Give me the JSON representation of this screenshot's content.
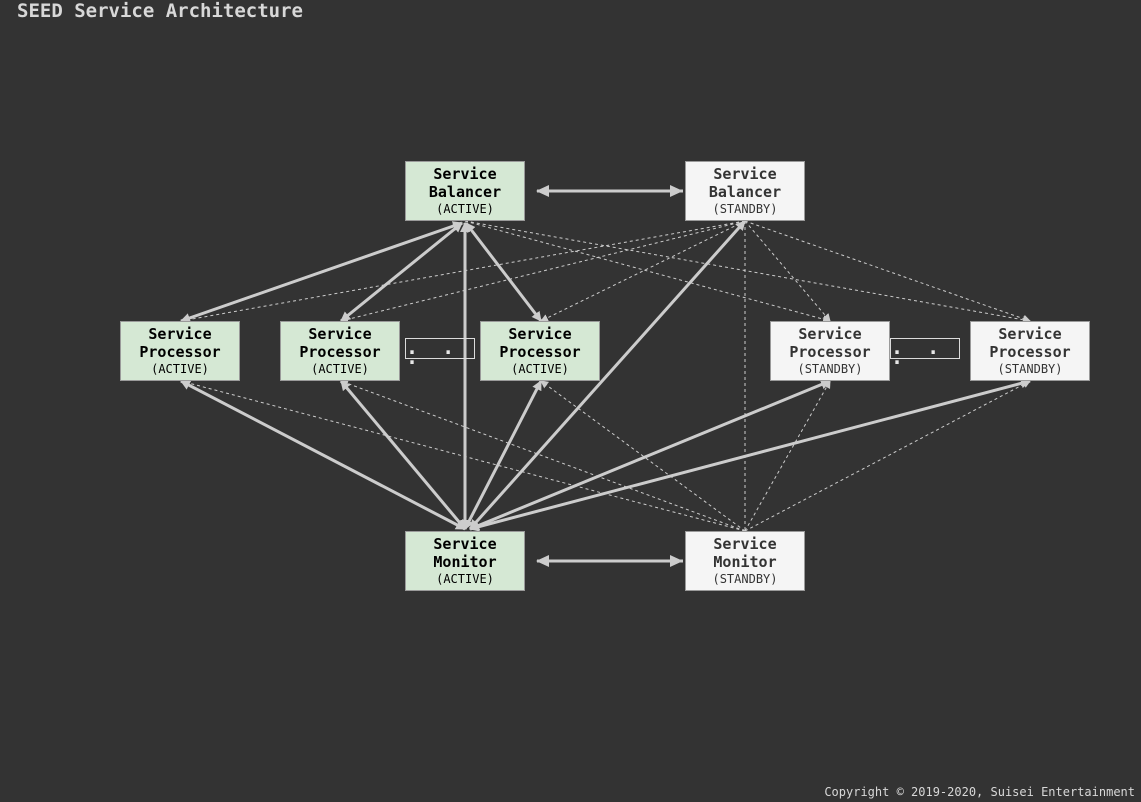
{
  "title": "SEED Service Architecture",
  "copyright": "Copyright © 2019-2020, Suisei Entertainment",
  "ellipsis": ". . .",
  "colors": {
    "background": "#333333",
    "active_fill": "#d5e8d4",
    "standby_fill": "#f5f5f5",
    "edge": "#cccccc"
  },
  "nodes": {
    "balancer_active": {
      "line1": "Service",
      "line2": "Balancer",
      "state": "(ACTIVE)"
    },
    "balancer_standby": {
      "line1": "Service",
      "line2": "Balancer",
      "state": "(STANDBY)"
    },
    "processor_active_1": {
      "line1": "Service",
      "line2": "Processor",
      "state": "(ACTIVE)"
    },
    "processor_active_2": {
      "line1": "Service",
      "line2": "Processor",
      "state": "(ACTIVE)"
    },
    "processor_active_3": {
      "line1": "Service",
      "line2": "Processor",
      "state": "(ACTIVE)"
    },
    "processor_standby_1": {
      "line1": "Service",
      "line2": "Processor",
      "state": "(STANDBY)"
    },
    "processor_standby_2": {
      "line1": "Service",
      "line2": "Processor",
      "state": "(STANDBY)"
    },
    "monitor_active": {
      "line1": "Service",
      "line2": "Monitor",
      "state": "(ACTIVE)"
    },
    "monitor_standby": {
      "line1": "Service",
      "line2": "Monitor",
      "state": "(STANDBY)"
    }
  }
}
